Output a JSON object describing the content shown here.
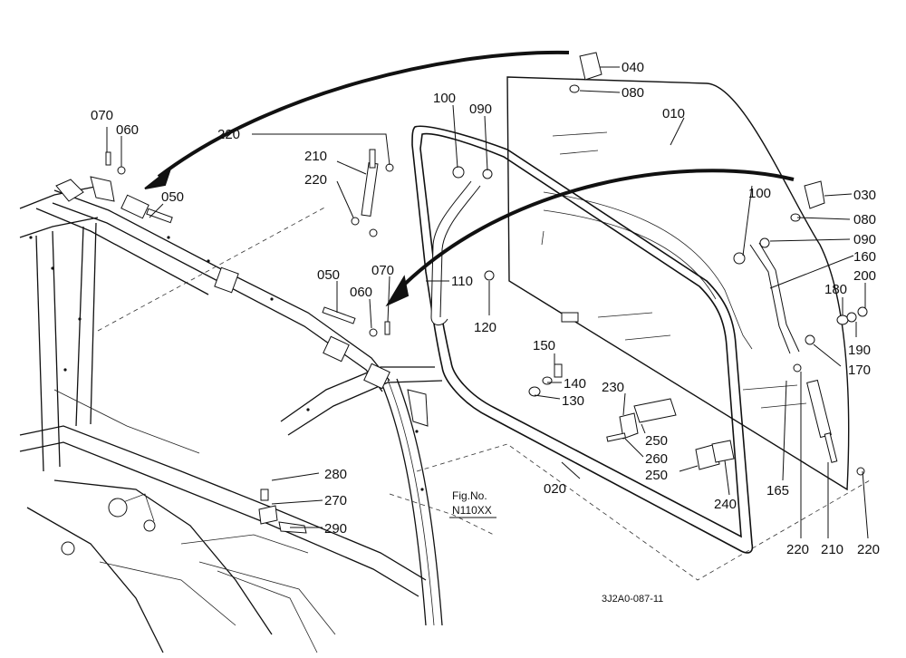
{
  "callouts": [
    {
      "id": "c040",
      "text": "040"
    },
    {
      "id": "c080a",
      "text": "080"
    },
    {
      "id": "c010",
      "text": "010"
    },
    {
      "id": "c100a",
      "text": "100"
    },
    {
      "id": "c090a",
      "text": "090"
    },
    {
      "id": "c070a",
      "text": "070"
    },
    {
      "id": "c060a",
      "text": "060"
    },
    {
      "id": "c220a",
      "text": "220"
    },
    {
      "id": "c210a",
      "text": "210"
    },
    {
      "id": "c220b",
      "text": "220"
    },
    {
      "id": "c050a",
      "text": "050"
    },
    {
      "id": "c030",
      "text": "030"
    },
    {
      "id": "c100b",
      "text": "100"
    },
    {
      "id": "c080b",
      "text": "080"
    },
    {
      "id": "c090b",
      "text": "090"
    },
    {
      "id": "c160",
      "text": "160"
    },
    {
      "id": "c200",
      "text": "200"
    },
    {
      "id": "c180",
      "text": "180"
    },
    {
      "id": "c190",
      "text": "190"
    },
    {
      "id": "c170",
      "text": "170"
    },
    {
      "id": "c050b",
      "text": "050"
    },
    {
      "id": "c070b",
      "text": "070"
    },
    {
      "id": "c060b",
      "text": "060"
    },
    {
      "id": "c110",
      "text": "110"
    },
    {
      "id": "c120",
      "text": "120"
    },
    {
      "id": "c150",
      "text": "150"
    },
    {
      "id": "c140",
      "text": "140"
    },
    {
      "id": "c130",
      "text": "130"
    },
    {
      "id": "c230",
      "text": "230"
    },
    {
      "id": "c250a",
      "text": "250"
    },
    {
      "id": "c260",
      "text": "260"
    },
    {
      "id": "c250b",
      "text": "250"
    },
    {
      "id": "c240",
      "text": "240"
    },
    {
      "id": "c165",
      "text": "165"
    },
    {
      "id": "c220c",
      "text": "220"
    },
    {
      "id": "c210b",
      "text": "210"
    },
    {
      "id": "c220d",
      "text": "220"
    },
    {
      "id": "c020",
      "text": "020"
    },
    {
      "id": "c280",
      "text": "280"
    },
    {
      "id": "c270",
      "text": "270"
    },
    {
      "id": "c290",
      "text": "290"
    }
  ],
  "figure_reference": {
    "line1": "Fig.No.",
    "line2": "N110XX"
  },
  "drawing_number": "3J2A0-087-11"
}
